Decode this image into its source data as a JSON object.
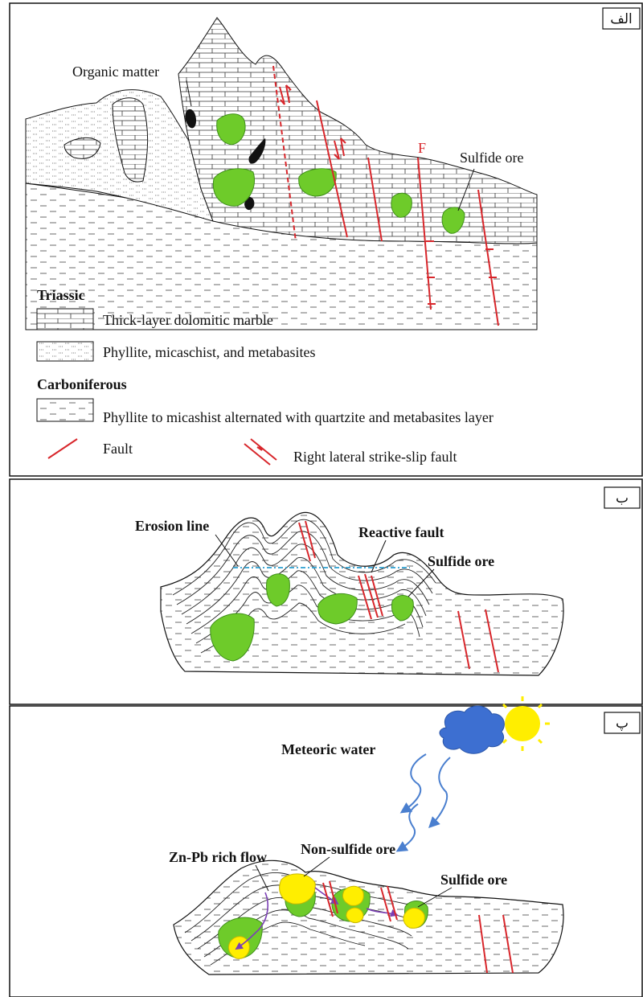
{
  "panels": [
    {
      "tag": "الف",
      "labels": {
        "organic_matter": "Organic matter",
        "fault_f": "F",
        "sulfide_ore": "Sulfide ore"
      },
      "legend": {
        "triassic_heading": "Triassic",
        "marble": "Thick-layer dolomitic marble",
        "phyllite_tri": "Phyllite, micaschist, and metabasites",
        "carboniferous_heading": "Carboniferous",
        "phyllite_carb": "Phyllite to micashist alternated with quartzite and metabasites layer",
        "fault": "Fault",
        "strike_slip": "Right lateral strike-slip fault"
      }
    },
    {
      "tag": "ب",
      "labels": {
        "erosion_line": "Erosion line",
        "reactive_fault": "Reactive fault",
        "sulfide_ore": "Sulfide ore"
      }
    },
    {
      "tag": "پ",
      "labels": {
        "meteoric_water": "Meteoric water",
        "znpb_flow": "Zn-Pb rich flow",
        "non_sulfide_ore": "Non-sulfide ore",
        "sulfide_ore": "Sulfide ore"
      }
    }
  ],
  "colors": {
    "sulfide_ore": "#6ecb2a",
    "non_sulfide_ore": "#ffee00",
    "fault": "#d8262b",
    "cloud": "#3d6fd1",
    "sun": "#ffee00",
    "water_arrows": "#4a7fcf",
    "flow": "#7b3fb5",
    "erosion_line": "#2a9fd0",
    "organic_matter": "#111111"
  }
}
